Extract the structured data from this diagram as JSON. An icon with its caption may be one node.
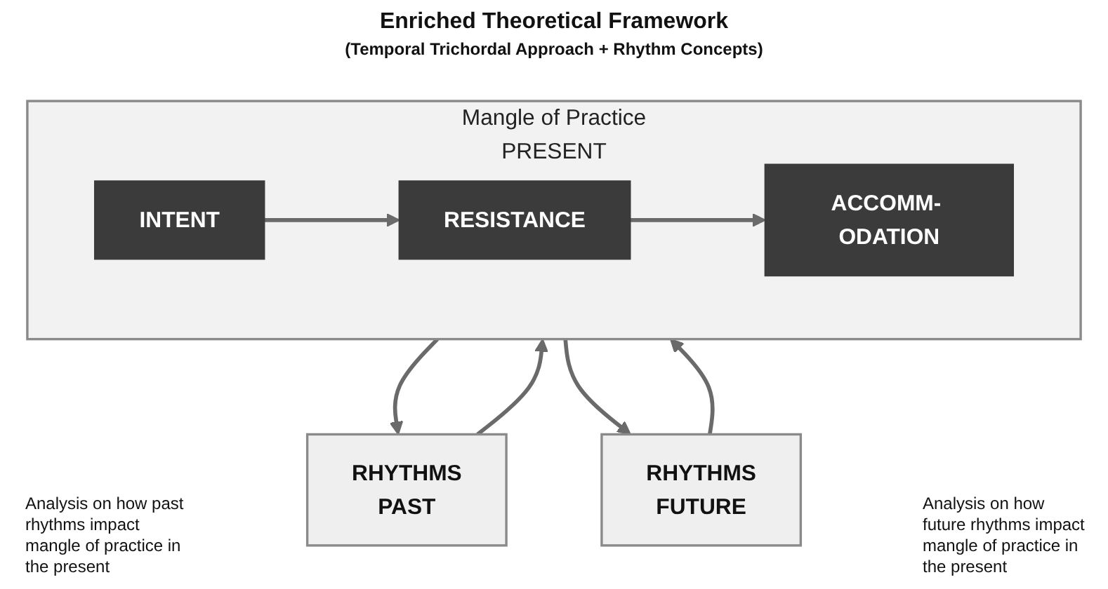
{
  "diagram": {
    "title": "Enriched Theoretical Framework",
    "nodes": [
      {
        "text": [
          "RHYTHMS",
          "PAST"
        ]
      },
      {
        "text": [
          "Mangle of Practice",
          "PRESENT"
        ]
      },
      {
        "text": [
          "INTENT"
        ],
        "in": 1
      },
      {
        "text": [
          "RESISTANCE"
        ],
        "in": 1
      },
      {
        "text": [
          "ACCOMM- ODATION"
        ],
        "in": 1
      },
      {
        "text": [
          "RHYTHMS",
          "FUTURE"
        ]
      }
    ],
    "edges": [
      {
        "from": 1,
        "to": 0,
        "arrow": "to"
      },
      {
        "from": 1,
        "to": 5,
        "arrow": "to"
      },
      {
        "from": 2,
        "to": 3,
        "arrow": "to"
      },
      {
        "from": 3,
        "to": 4,
        "arrow": "to"
      },
      {
        "from": 0,
        "to": 1,
        "arrow": "to"
      },
      {
        "from": 5,
        "to": 1,
        "arrow": "to"
      }
    ],
    "labels": [
      "(Temporal Trichordal Approach + Rhythm Concepts)",
      "Analysis on how past rhythms impact mangle of practice in the present",
      "Analysis on how future rhythms impact mangle of practice in the present"
    ]
  }
}
